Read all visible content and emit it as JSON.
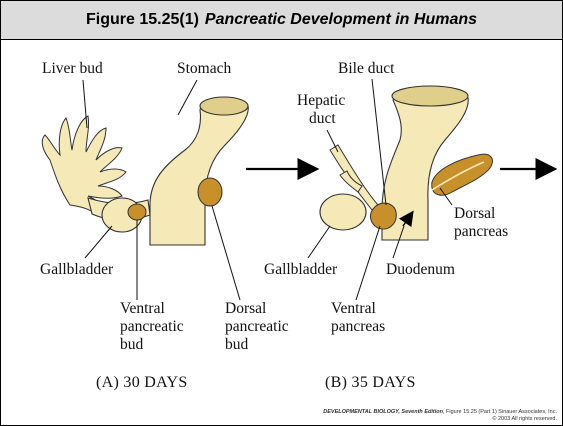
{
  "figure": {
    "title_prefix": "Figure 15.25(1)",
    "title_main": "Pancreatic Development in Humans"
  },
  "panel_a": {
    "caption": "(A) 30 DAYS",
    "labels": {
      "liver_bud": "Liver bud",
      "stomach": "Stomach",
      "gallbladder": "Gallbladder",
      "ventral_bud": [
        "Ventral",
        "pancreatic",
        "bud"
      ],
      "dorsal_bud": [
        "Dorsal",
        "pancreatic",
        "bud"
      ]
    }
  },
  "panel_b": {
    "caption": "(B) 35 DAYS",
    "labels": {
      "bile_duct": "Bile duct",
      "hepatic_duct": [
        "Hepatic",
        "duct"
      ],
      "gallbladder": "Gallbladder",
      "duodenum": "Duodenum",
      "ventral_pancreas": [
        "Ventral",
        "pancreas"
      ],
      "dorsal_pancreas": [
        "Dorsal",
        "pancreas"
      ]
    }
  },
  "credit": {
    "source": "DEVELOPMENTAL BIOLOGY, Seventh Edition",
    "rest": ", Figure 15.25 (Part 1)  Sinauer Associates, Inc.",
    "copyright": "© 2003 All rights reserved."
  },
  "colors": {
    "tissue": "#f5e9b8",
    "tissue_shade": "#e0cf8a",
    "pancreas": "#c8902a",
    "title_bar": "#dcdcdc"
  }
}
